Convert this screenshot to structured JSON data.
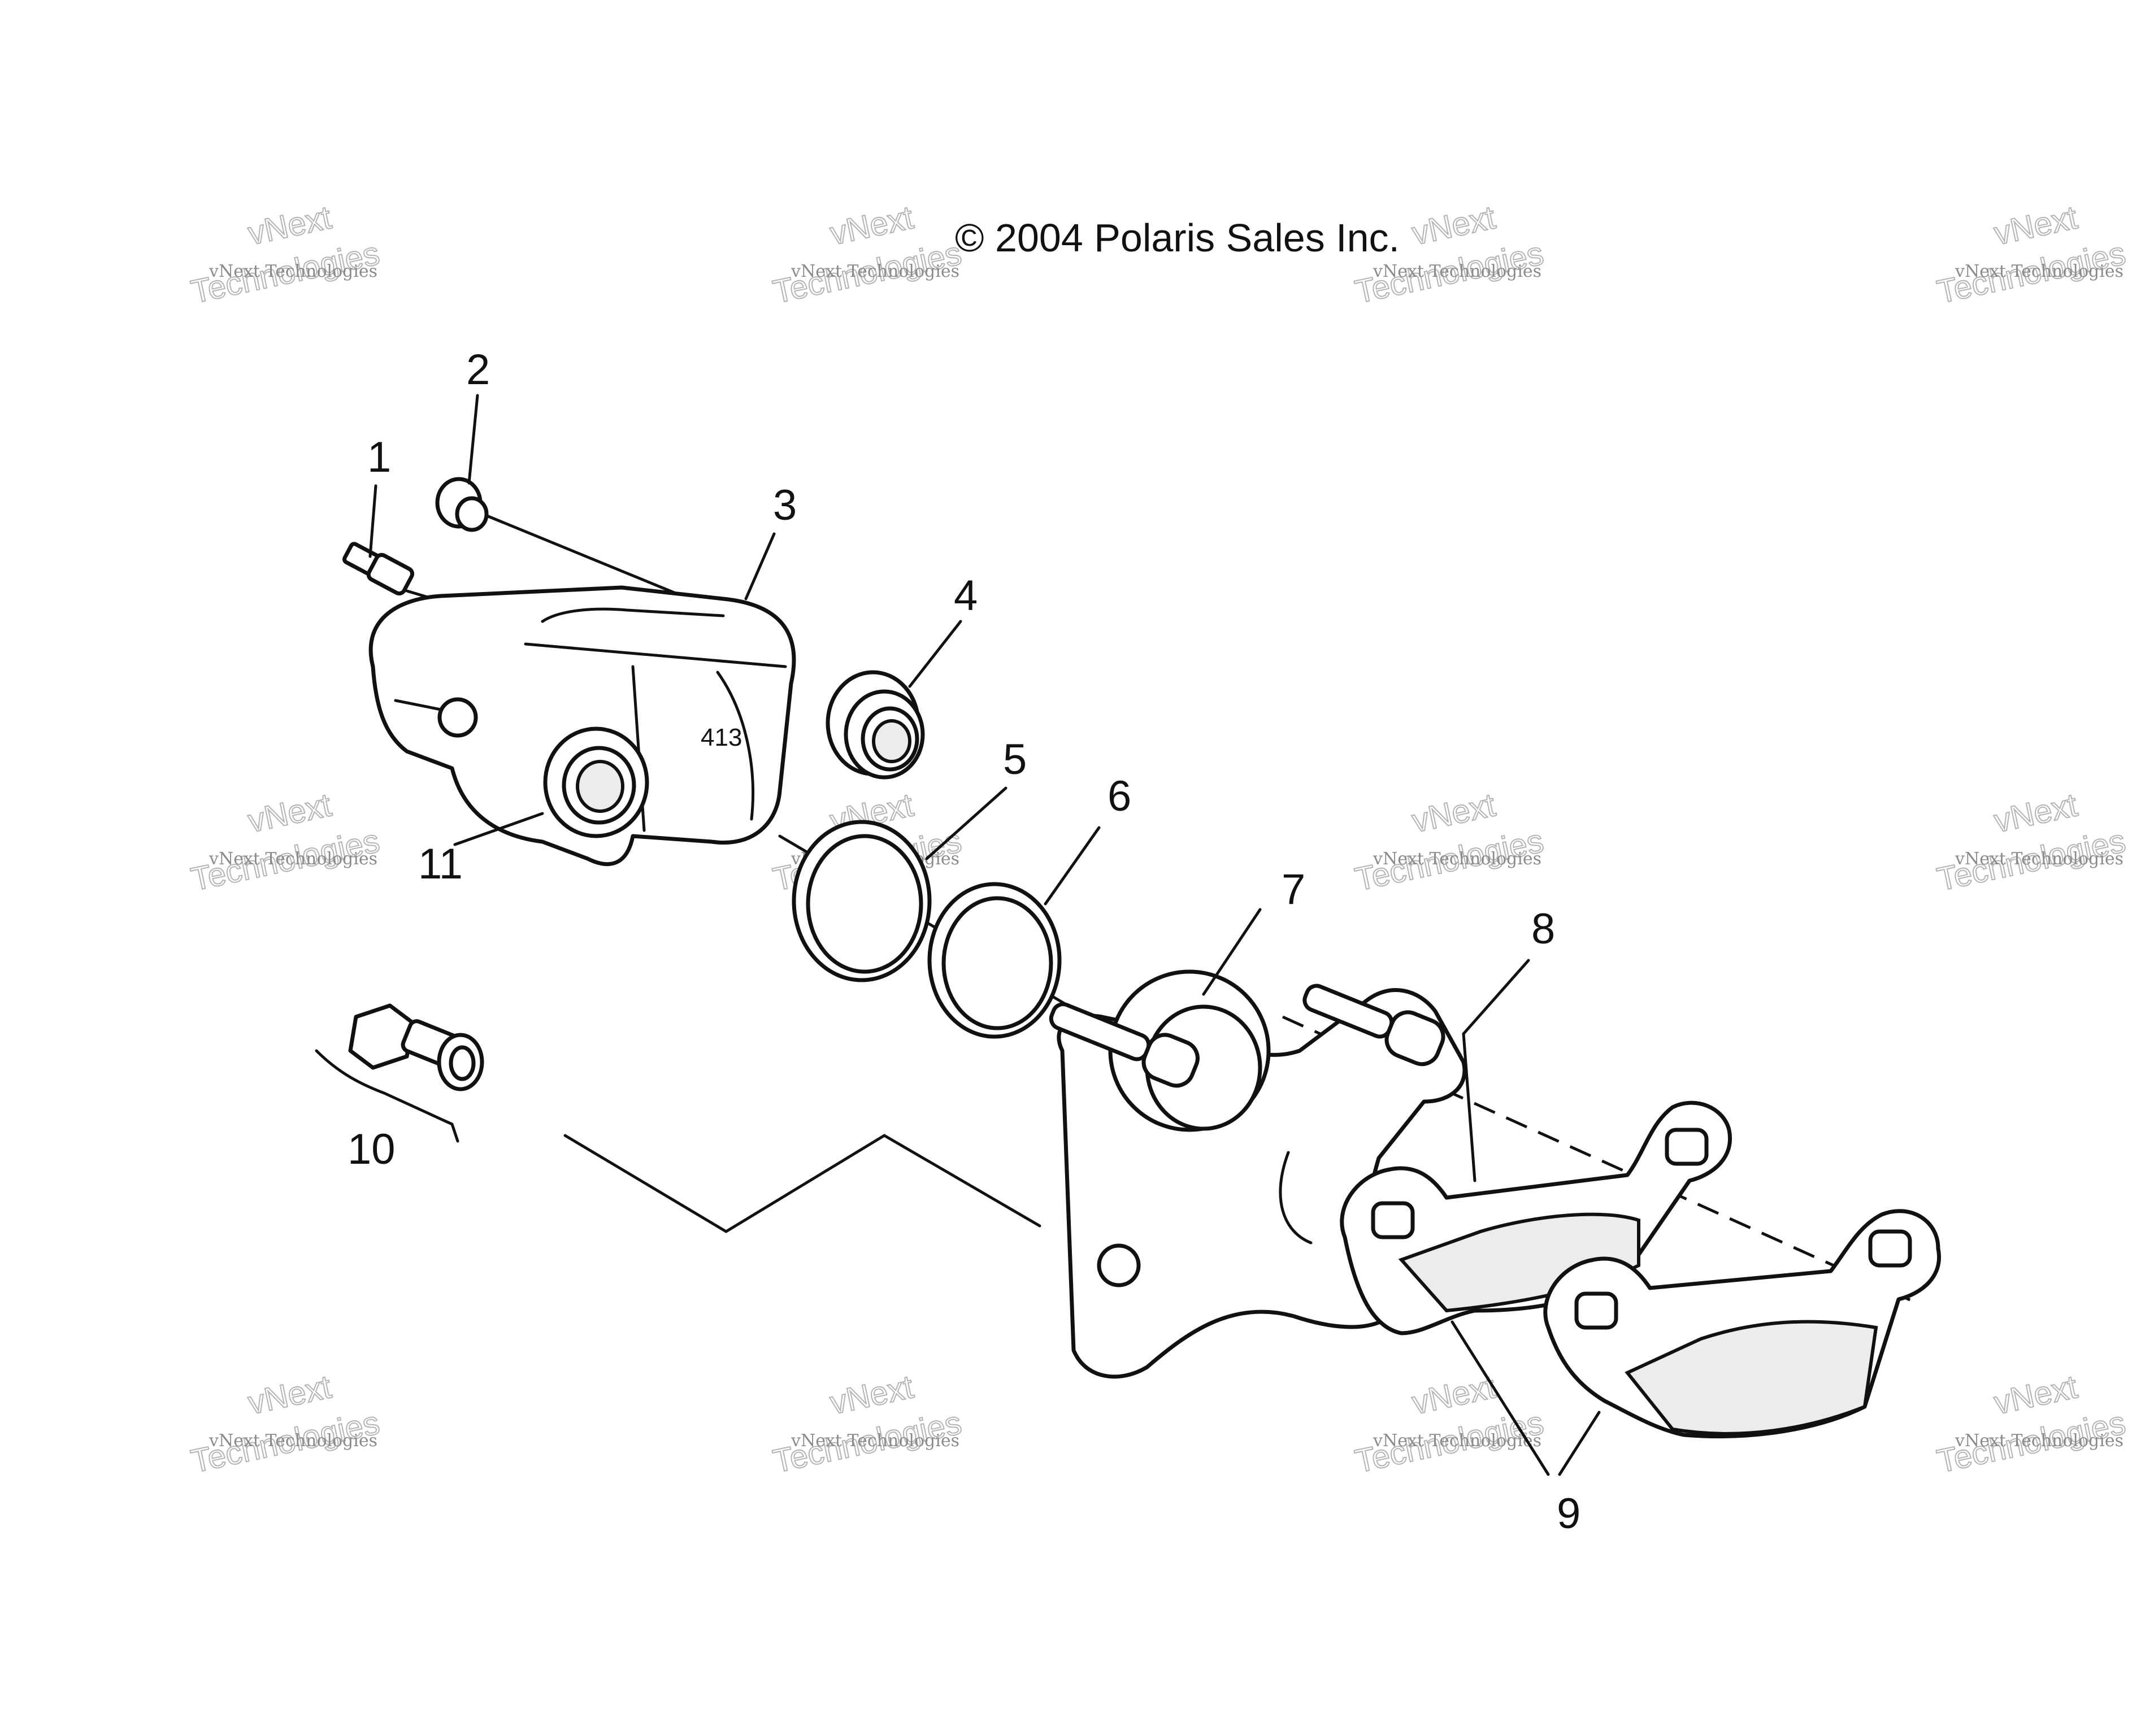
{
  "copyright": "© 2004 Polaris Sales Inc.",
  "caliper_stamp": "413",
  "watermark": {
    "line1": "vNext Technologies",
    "line2": "vNext",
    "line3": "Technologies"
  },
  "callouts": [
    {
      "id": "1",
      "label": "1"
    },
    {
      "id": "2",
      "label": "2"
    },
    {
      "id": "3",
      "label": "3"
    },
    {
      "id": "4",
      "label": "4"
    },
    {
      "id": "5",
      "label": "5"
    },
    {
      "id": "6",
      "label": "6"
    },
    {
      "id": "7",
      "label": "7"
    },
    {
      "id": "8",
      "label": "8"
    },
    {
      "id": "9",
      "label": "9"
    },
    {
      "id": "10",
      "label": "10"
    },
    {
      "id": "11",
      "label": "11"
    }
  ]
}
